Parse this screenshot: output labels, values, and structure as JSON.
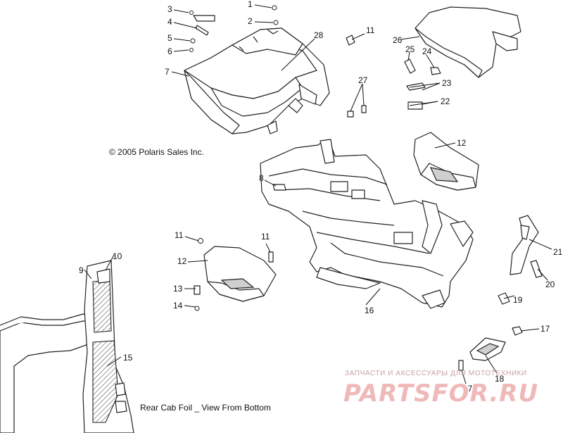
{
  "copyright": "© 2005 Polaris Sales Inc.",
  "view_caption": "Rear Cab Foil _ View From Bottom",
  "watermark": {
    "tagline": "ЗАПЧАСТИ И АКСЕССУАРЫ ДЛЯ МОТОТЕХНИКИ",
    "logo": "PARTSFOR.RU"
  },
  "callouts": {
    "c1": "1",
    "c2": "2",
    "c3": "3",
    "c4": "4",
    "c5": "5",
    "c6": "6",
    "c7": "7",
    "c8": "8",
    "c9": "9",
    "c10": "10",
    "c11a": "11",
    "c11b": "11",
    "c11c": "11",
    "c12a": "12",
    "c12b": "12",
    "c13": "13",
    "c14": "14",
    "c15": "15",
    "c16": "16",
    "c17a": "17",
    "c17b": "17",
    "c18": "18",
    "c19": "19",
    "c20": "20",
    "c21": "21",
    "c22": "22",
    "c23": "23",
    "c24": "24",
    "c25": "25",
    "c26": "26",
    "c27": "27",
    "c28": "28"
  }
}
